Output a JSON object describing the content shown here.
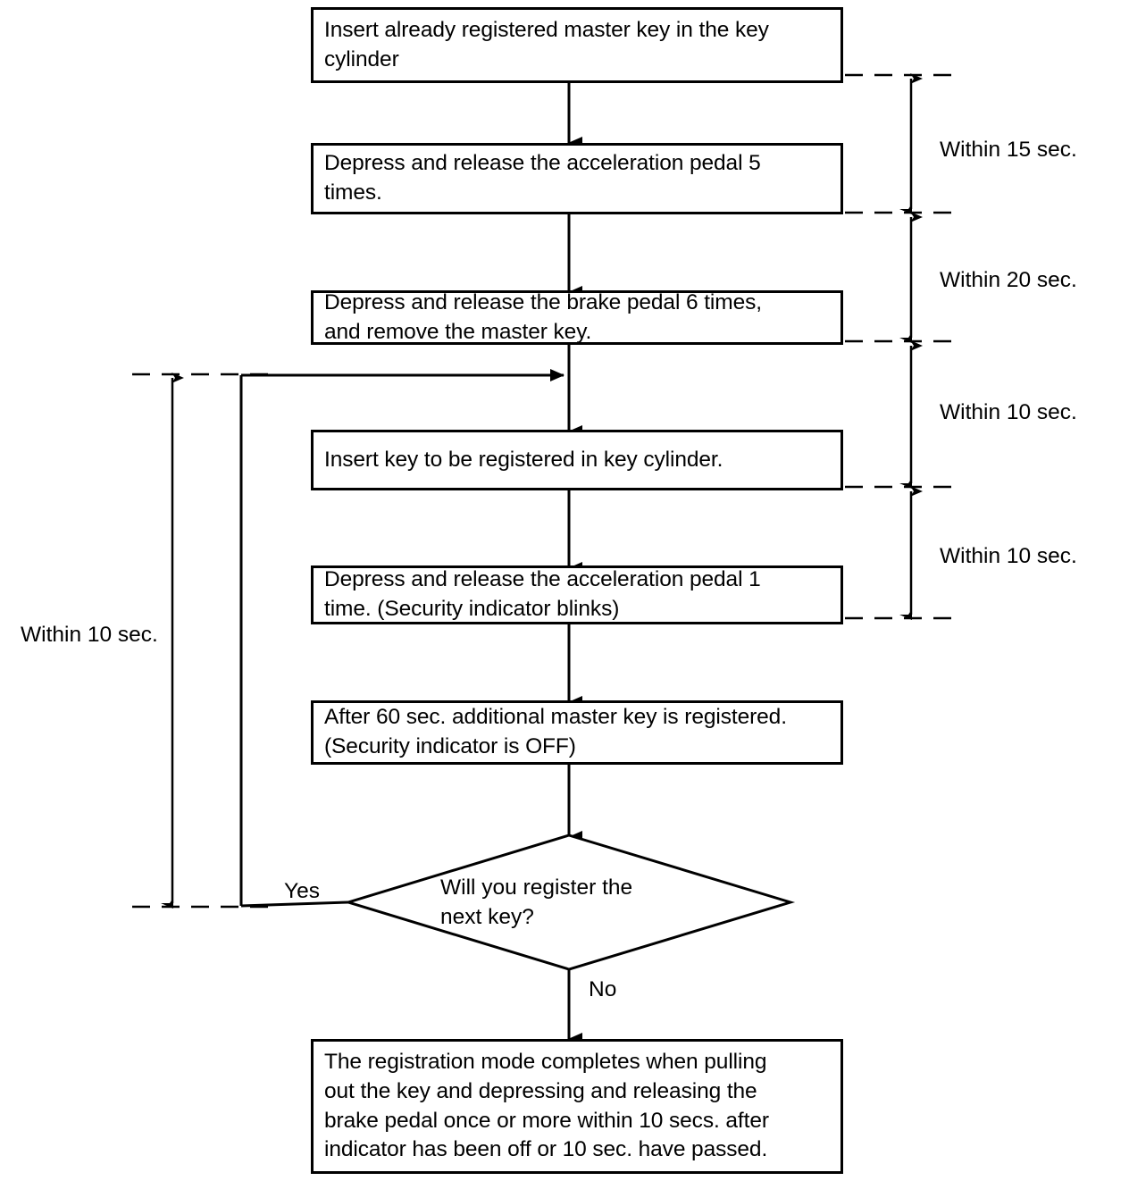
{
  "diagram": {
    "title": "Additional master key registration procedure flowchart",
    "type": "flowchart",
    "background_color": "#ffffff",
    "line_color": "#000000"
  },
  "nodes": [
    {
      "id": "step1",
      "shape": "process",
      "text": "Insert already registered master key in the key\ncylinder"
    },
    {
      "id": "step2",
      "shape": "process",
      "text": "Depress and release the acceleration pedal 5\ntimes."
    },
    {
      "id": "step3",
      "shape": "process",
      "text": "Depress and release the brake pedal 6 times,\nand remove the master key."
    },
    {
      "id": "step4",
      "shape": "process",
      "text": "Insert key to be registered in key cylinder."
    },
    {
      "id": "step5",
      "shape": "process",
      "text": "Depress and release the acceleration pedal 1\ntime. (Security indicator blinks)"
    },
    {
      "id": "step6",
      "shape": "process",
      "text": "After 60 sec. additional master key is registered.\n(Security indicator is OFF)"
    },
    {
      "id": "decision",
      "shape": "diamond",
      "text": "Will you register the\nnext key?"
    },
    {
      "id": "step7",
      "shape": "process",
      "text": "The registration mode completes when pulling\nout the key and depressing and releasing the\nbrake pedal once or more within 10 secs. after\nindicator has been off or 10 sec. have passed."
    }
  ],
  "branch_labels": {
    "yes": "Yes",
    "no": "No"
  },
  "timing_annotations": {
    "right": [
      {
        "id": "t1",
        "label": "Within 15 sec."
      },
      {
        "id": "t2",
        "label": "Within 20 sec."
      },
      {
        "id": "t3",
        "label": "Within 10 sec."
      },
      {
        "id": "t4",
        "label": "Within 10 sec."
      }
    ],
    "left": [
      {
        "id": "t5",
        "label": "Within 10 sec."
      }
    ]
  }
}
